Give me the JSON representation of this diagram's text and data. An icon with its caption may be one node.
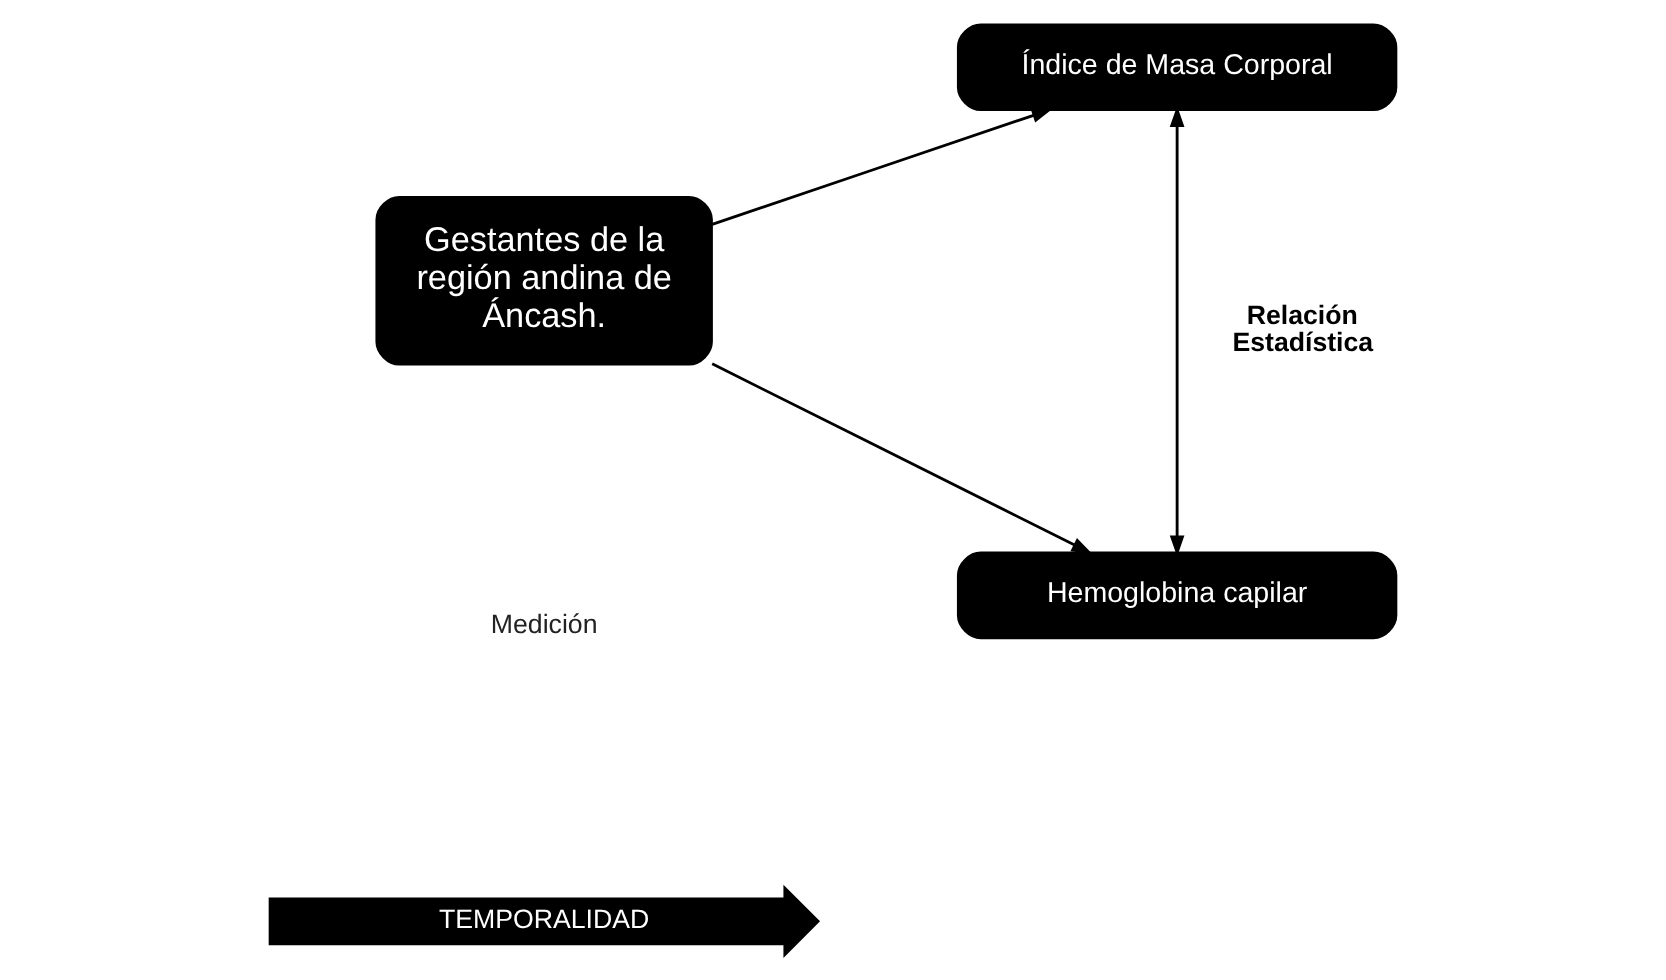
{
  "diagram": {
    "nodes": [
      {
        "text": [
          "Gestantes de la región andina de Áncash."
        ]
      },
      {
        "text": [
          "Índice de Masa Corporal"
        ]
      },
      {
        "text": [
          "Hemoglobina capilar"
        ]
      }
    ],
    "edges": [
      {
        "from": 0,
        "to": 1,
        "arrow": "to"
      },
      {
        "from": 0,
        "to": 2,
        "arrow": "to"
      },
      {
        "from": 1,
        "to": 2,
        "arrow": "both",
        "label": "Relación Estadística"
      }
    ],
    "labels": [
      "Medición",
      "TEMPORALIDAD"
    ]
  }
}
